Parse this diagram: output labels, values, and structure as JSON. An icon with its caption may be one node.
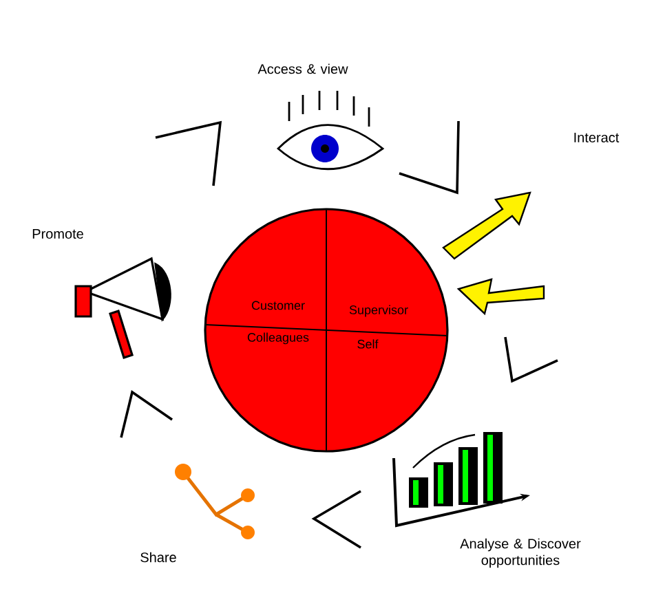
{
  "diagram": {
    "nodes": [
      {
        "text": [
          "Customer",
          "Supervisor",
          "Colleagues",
          "Self"
        ]
      },
      {
        "text": [
          "Access & view"
        ]
      },
      {
        "text": [
          "Interact"
        ]
      },
      {
        "text": [
          "Analyse & Discover opportunities"
        ]
      },
      {
        "text": [
          "Share"
        ]
      },
      {
        "text": [
          "Promote"
        ]
      }
    ]
  }
}
